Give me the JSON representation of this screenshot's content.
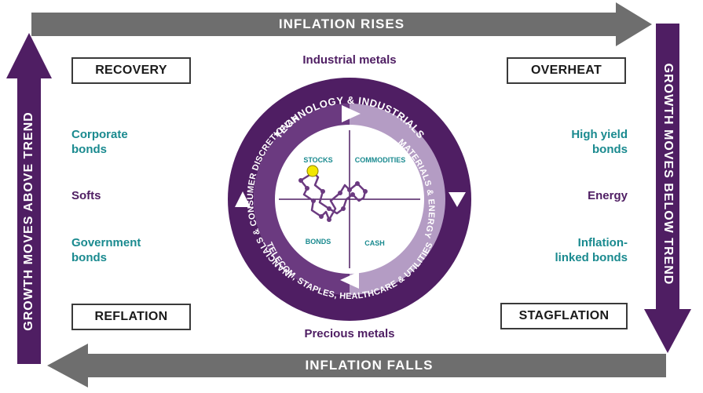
{
  "arrows": {
    "top": "INFLATION RISES",
    "bottom": "INFLATION FALLS",
    "left": "GROWTH MOVES ABOVE TREND",
    "right": "GROWTH MOVES BELOW TREND"
  },
  "phases": {
    "recovery": "RECOVERY",
    "overheat": "OVERHEAT",
    "reflation": "REFLATION",
    "stagflation": "STAGFLATION"
  },
  "left_assets": {
    "corporate": [
      "Corporate",
      "bonds"
    ],
    "softs": "Softs",
    "government": [
      "Government",
      "bonds"
    ]
  },
  "right_assets": {
    "high_yield": [
      "High yield",
      "bonds"
    ],
    "energy": "Energy",
    "inflation_linked": [
      "Inflation-",
      "linked bonds"
    ]
  },
  "top_asset": "Industrial metals",
  "bottom_asset": "Precious metals",
  "ring": {
    "top": "TECHNOLOGY & INDUSTRIALS",
    "right": "MATERIALS & ENERGY",
    "bottom": "TELECOM, STAPLES, HEALTHCARE & UTILITIES",
    "left": "FINANCIALS & CONSUMER DISCRETIONARY"
  },
  "quadrants": {
    "stocks": "STOCKS",
    "commodities": "COMMODITIES",
    "bonds": "BONDS",
    "cash": "CASH"
  },
  "colors": {
    "dark_purple": "#4f1e63",
    "mid_purple": "#6b3a80",
    "light_purple": "#b49cc4",
    "gray_arrow": "#6e6e6e",
    "teal": "#1a8a8f",
    "yellow_dot": "#f2e600"
  }
}
